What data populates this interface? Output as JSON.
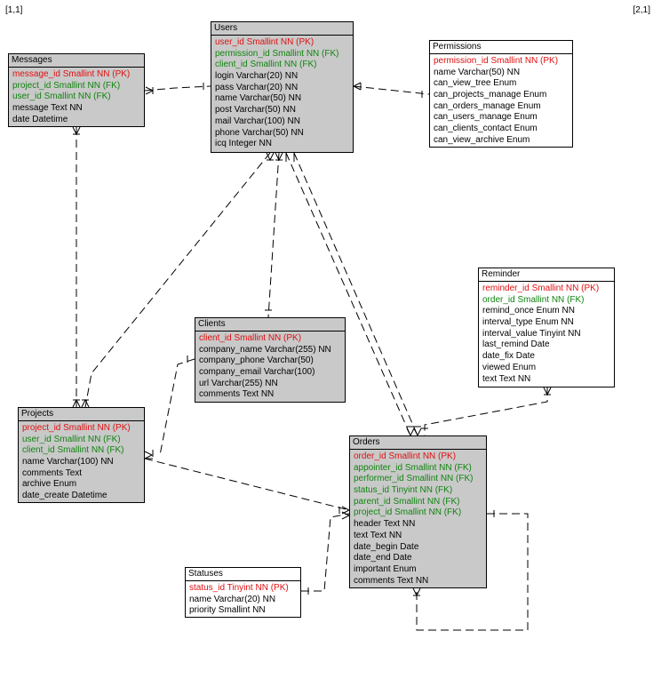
{
  "page": {
    "corner_left": "[1,1]",
    "corner_right": "[2,1]"
  },
  "colors": {
    "pk": "#e01010",
    "fk": "#108410",
    "shaded": "#c9c9c9"
  },
  "entities": {
    "users": {
      "title": "Users",
      "fields": [
        {
          "text": "user_id Smallint NN (PK)",
          "kind": "pk"
        },
        {
          "text": "permission_id Smallint NN (FK)",
          "kind": "fk"
        },
        {
          "text": "client_id Smallint NN (FK)",
          "kind": "fk"
        },
        {
          "text": "login Varchar(20) NN",
          "kind": "plain"
        },
        {
          "text": "pass Varchar(20) NN",
          "kind": "plain"
        },
        {
          "text": "name Varchar(50) NN",
          "kind": "plain"
        },
        {
          "text": "post Varchar(50) NN",
          "kind": "plain"
        },
        {
          "text": "mail Varchar(100) NN",
          "kind": "plain"
        },
        {
          "text": "phone Varchar(50) NN",
          "kind": "plain"
        },
        {
          "text": "icq Integer NN",
          "kind": "plain"
        }
      ]
    },
    "messages": {
      "title": "Messages",
      "fields": [
        {
          "text": "message_id Smallint NN (PK)",
          "kind": "pk"
        },
        {
          "text": "project_id Smallint NN (FK)",
          "kind": "fk"
        },
        {
          "text": "user_id Smallint NN (FK)",
          "kind": "fk"
        },
        {
          "text": "message Text NN",
          "kind": "plain"
        },
        {
          "text": "date Datetime",
          "kind": "plain"
        }
      ]
    },
    "permissions": {
      "title": "Permissions",
      "fields": [
        {
          "text": "permission_id Smallint NN (PK)",
          "kind": "pk"
        },
        {
          "text": "name Varchar(50) NN",
          "kind": "plain"
        },
        {
          "text": "can_view_tree Enum",
          "kind": "plain"
        },
        {
          "text": "can_projects_manage Enum",
          "kind": "plain"
        },
        {
          "text": "can_orders_manage Enum",
          "kind": "plain"
        },
        {
          "text": "can_users_manage Enum",
          "kind": "plain"
        },
        {
          "text": "can_clients_contact Enum",
          "kind": "plain"
        },
        {
          "text": "can_view_archive Enum",
          "kind": "plain"
        }
      ]
    },
    "reminder": {
      "title": "Reminder",
      "fields": [
        {
          "text": "reminder_id Smallint NN (PK)",
          "kind": "pk"
        },
        {
          "text": "order_id Smallint NN (FK)",
          "kind": "fk"
        },
        {
          "text": "remind_once Enum NN",
          "kind": "plain"
        },
        {
          "text": "interval_type Enum NN",
          "kind": "plain"
        },
        {
          "text": "interval_value Tinyint NN",
          "kind": "plain"
        },
        {
          "text": "last_remind Date",
          "kind": "plain"
        },
        {
          "text": "date_fix Date",
          "kind": "plain"
        },
        {
          "text": "viewed Enum",
          "kind": "plain"
        },
        {
          "text": "text Text NN",
          "kind": "plain"
        }
      ]
    },
    "clients": {
      "title": "Clients",
      "fields": [
        {
          "text": "client_id Smallint NN (PK)",
          "kind": "pk"
        },
        {
          "text": "company_name Varchar(255) NN",
          "kind": "plain"
        },
        {
          "text": "company_phone Varchar(50)",
          "kind": "plain"
        },
        {
          "text": "company_email Varchar(100)",
          "kind": "plain"
        },
        {
          "text": "url Varchar(255) NN",
          "kind": "plain"
        },
        {
          "text": "comments Text NN",
          "kind": "plain"
        }
      ]
    },
    "projects": {
      "title": "Projects",
      "fields": [
        {
          "text": "project_id Smallint NN (PK)",
          "kind": "pk"
        },
        {
          "text": "user_id Smallint NN (FK)",
          "kind": "fk"
        },
        {
          "text": "client_id Smallint NN (FK)",
          "kind": "fk"
        },
        {
          "text": "name Varchar(100) NN",
          "kind": "plain"
        },
        {
          "text": "comments Text",
          "kind": "plain"
        },
        {
          "text": "archive Enum",
          "kind": "plain"
        },
        {
          "text": "date_create Datetime",
          "kind": "plain"
        }
      ]
    },
    "orders": {
      "title": "Orders",
      "fields": [
        {
          "text": "order_id Smallint NN (PK)",
          "kind": "pk"
        },
        {
          "text": "appointer_id Smallint NN (FK)",
          "kind": "fk"
        },
        {
          "text": "performer_id Smallint NN (FK)",
          "kind": "fk"
        },
        {
          "text": "status_id Tinyint NN (FK)",
          "kind": "fk"
        },
        {
          "text": "parent_id Smallint NN (FK)",
          "kind": "fk"
        },
        {
          "text": "project_id Smallint NN (FK)",
          "kind": "fk"
        },
        {
          "text": "header Text NN",
          "kind": "plain"
        },
        {
          "text": "text Text NN",
          "kind": "plain"
        },
        {
          "text": "date_begin Date",
          "kind": "plain"
        },
        {
          "text": "date_end Date",
          "kind": "plain"
        },
        {
          "text": "important Enum",
          "kind": "plain"
        },
        {
          "text": "comments Text NN",
          "kind": "plain"
        }
      ]
    },
    "statuses": {
      "title": "Statuses",
      "fields": [
        {
          "text": "status_id Tinyint NN (PK)",
          "kind": "pk"
        },
        {
          "text": "name Varchar(20) NN",
          "kind": "plain"
        },
        {
          "text": "priority Smallint NN",
          "kind": "plain"
        }
      ]
    }
  }
}
